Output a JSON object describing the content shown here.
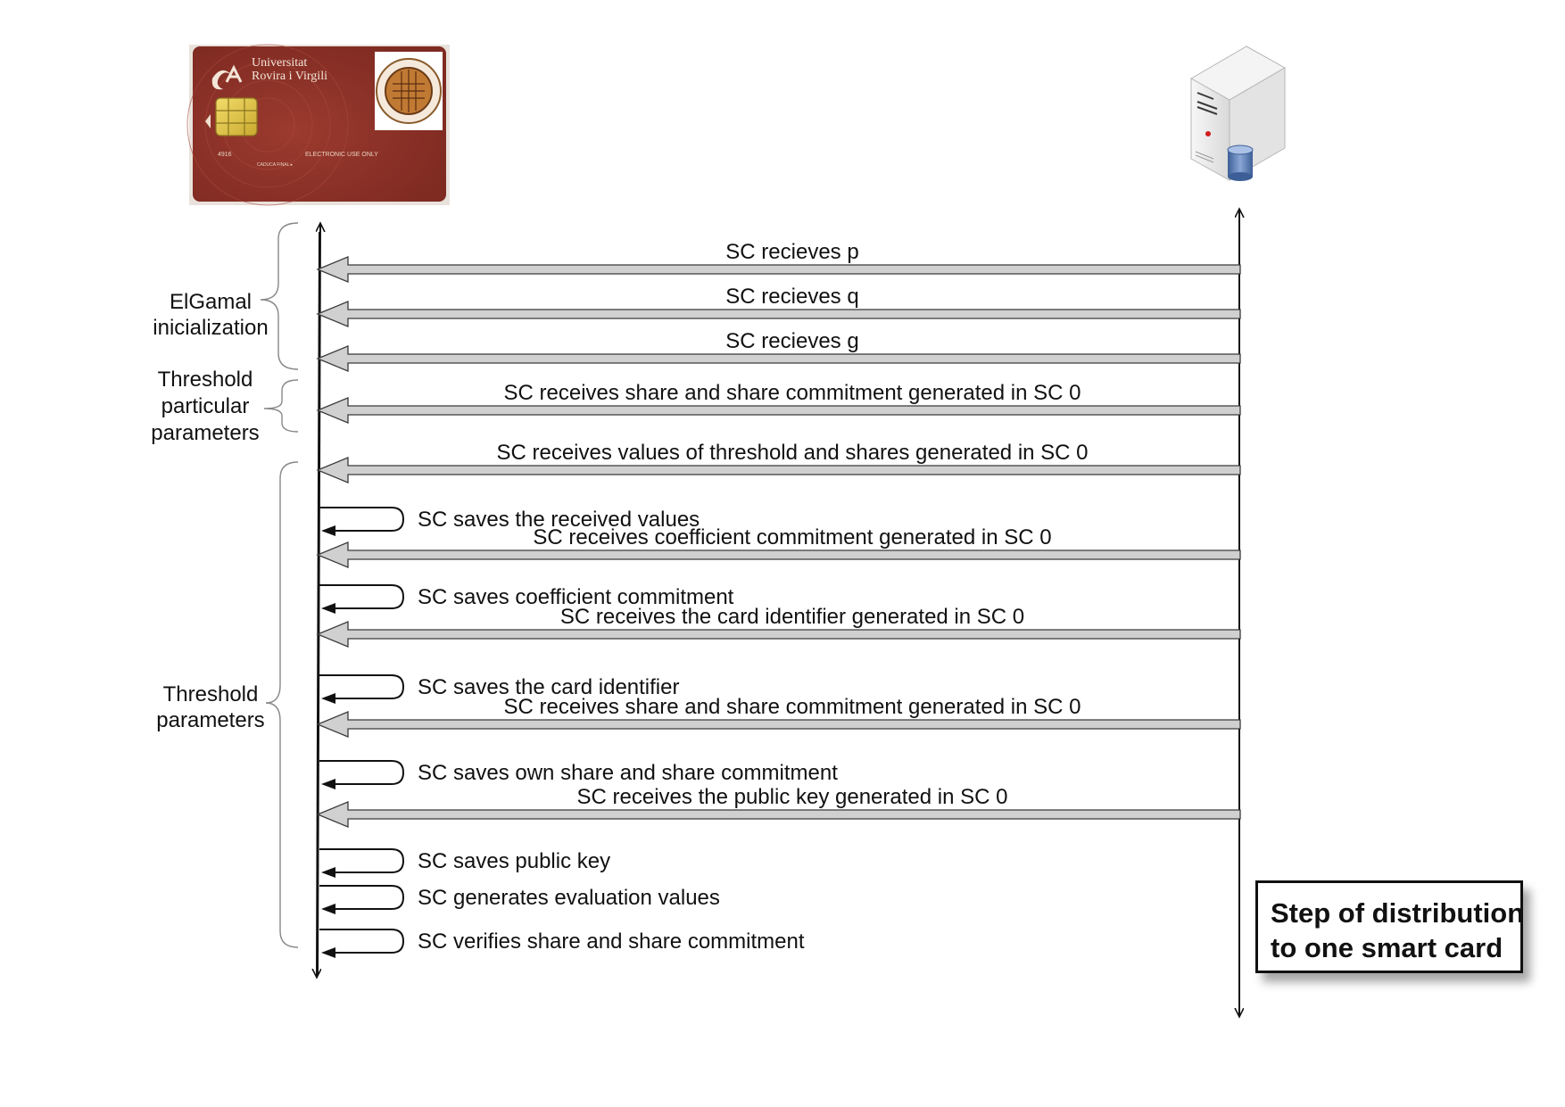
{
  "card": {
    "university_line1": "Universitat",
    "university_line2": "Rovira i Virgili",
    "small_text_left": "4916",
    "small_text_right": "ELECTRONIC USE ONLY",
    "small_text_bottom": "CADUCA FINAL ▸",
    "color": "#8e3329"
  },
  "server": {
    "icon": "server-database-icon"
  },
  "groups": [
    {
      "lines": [
        "ElGamal",
        "inicialization"
      ]
    },
    {
      "lines": [
        "Threshold",
        "particular",
        "parameters"
      ]
    },
    {
      "lines": [
        "Threshold",
        "parameters"
      ]
    }
  ],
  "messages": [
    {
      "kind": "receive",
      "label": "SC recieves p"
    },
    {
      "kind": "receive",
      "label": "SC recieves q"
    },
    {
      "kind": "receive",
      "label": "SC recieves g"
    },
    {
      "kind": "receive",
      "label": "SC receives share and share commitment generated in  SC 0"
    },
    {
      "kind": "receive",
      "label": "SC receives values of threshold and shares generated in  SC 0"
    },
    {
      "kind": "self",
      "label": "SC saves the received values"
    },
    {
      "kind": "receive",
      "label": "SC receives coefficient commitment generated in SC 0"
    },
    {
      "kind": "self",
      "label": "SC saves coefficient commitment"
    },
    {
      "kind": "receive",
      "label": "SC receives the card identifier generated in  SC 0"
    },
    {
      "kind": "self",
      "label": "SC saves the card identifier"
    },
    {
      "kind": "receive",
      "label": "SC receives share and share commitment generated in  SC 0"
    },
    {
      "kind": "self",
      "label": "SC saves own share and share commitment"
    },
    {
      "kind": "receive",
      "label": "SC receives the public key generated in  SC 0"
    },
    {
      "kind": "self",
      "label": "SC saves public key"
    },
    {
      "kind": "self",
      "label": "SC generates evaluation values"
    },
    {
      "kind": "self",
      "label": "SC verifies share and share commitment"
    }
  ],
  "caption": {
    "line1": "Step of distribution",
    "line2": "to one smart card"
  },
  "colors": {
    "arrow_fill": "#d0d0d0",
    "arrow_stroke": "#3a3a3a",
    "lifeline": "#111111"
  }
}
